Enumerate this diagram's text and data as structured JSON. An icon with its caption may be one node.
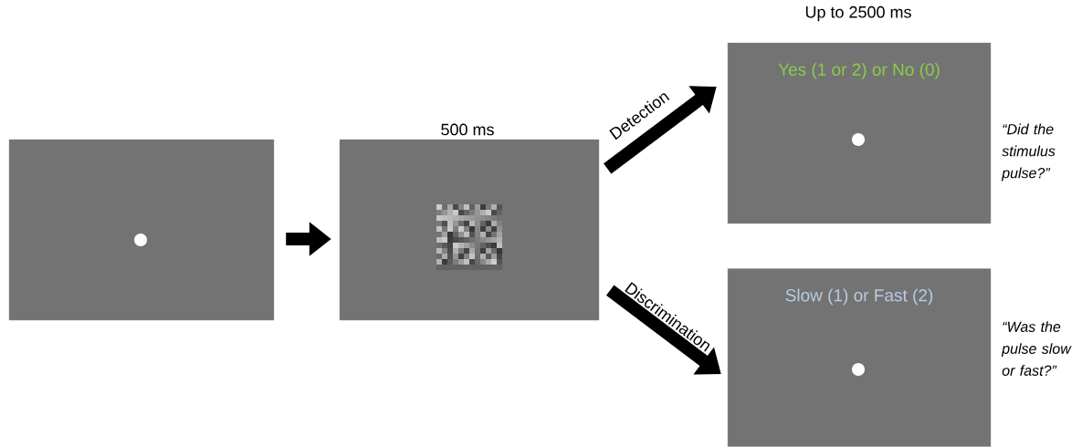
{
  "diagram": {
    "nodes": [
      {
        "text": [],
        "shape": "box"
      },
      {
        "text": [],
        "shape": "box",
        "beside": [
          "500 ms"
        ]
      },
      {
        "text": [
          "Yes (1 or 2) or No (0)"
        ],
        "beside": [
          "Up to 2500 ms",
          "“Did the stimulus pulse?”"
        ]
      },
      {
        "text": [
          "Slow (1) or Fast (2)"
        ],
        "beside": [
          "“Was the pulse slow or fast?”"
        ]
      }
    ],
    "edges": [
      {
        "from": 0,
        "to": 1,
        "arrow": "to"
      },
      {
        "from": 1,
        "to": 2,
        "arrow": "to",
        "label": "Detection"
      },
      {
        "from": 1,
        "to": 3,
        "arrow": "to",
        "label": "Discrimination"
      }
    ]
  }
}
